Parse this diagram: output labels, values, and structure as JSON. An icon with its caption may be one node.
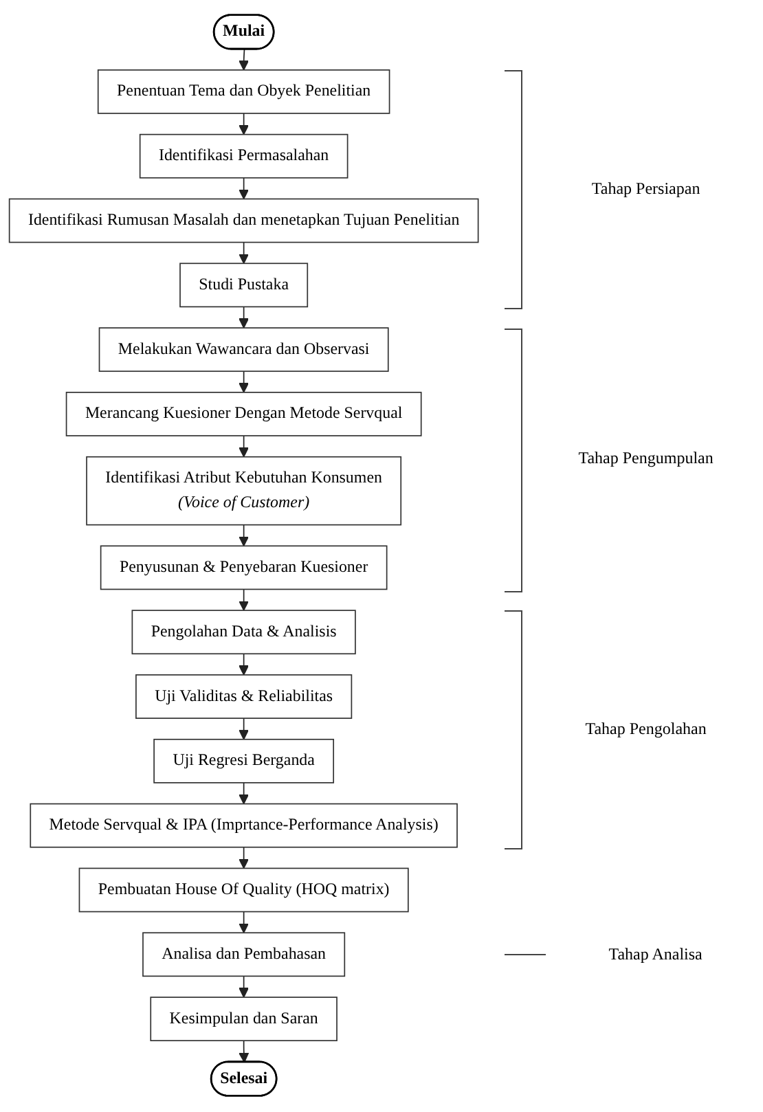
{
  "diagram": {
    "nodes": [
      {
        "text": [
          "Mulai"
        ]
      },
      {
        "text": [
          "Penentuan Tema dan Obyek Penelitian"
        ]
      },
      {
        "text": [
          "Identifikasi Permasalahan"
        ]
      },
      {
        "text": [
          "Identifikasi Rumusan Masalah dan menetapkan Tujuan Penelitian"
        ]
      },
      {
        "text": [
          "Studi Pustaka"
        ]
      },
      {
        "text": [
          "Melakukan Wawancara dan Observasi"
        ]
      },
      {
        "text": [
          "Merancang Kuesioner Dengan Metode Servqual"
        ]
      },
      {
        "text": [
          "Identifikasi Atribut Kebutuhan Konsumen",
          "(Voice of Customer)"
        ]
      },
      {
        "text": [
          "Penyusunan & Penyebaran Kuesioner"
        ]
      },
      {
        "text": [
          "Pengolahan Data & Analisis"
        ]
      },
      {
        "text": [
          "Uji Validitas & Reliabilitas"
        ]
      },
      {
        "text": [
          "Uji Regresi Berganda"
        ]
      },
      {
        "text": [
          "Metode Servqual & IPA (Imprtance-Performance Analysis)"
        ]
      },
      {
        "text": [
          "Pembuatan House Of Quality (HOQ matrix)"
        ]
      },
      {
        "text": [
          "Analisa dan Pembahasan"
        ]
      },
      {
        "text": [
          "Kesimpulan dan Saran"
        ]
      },
      {
        "text": [
          "Selesai"
        ]
      }
    ],
    "edges": [
      {
        "from": 0,
        "to": 1,
        "arrow": "to"
      },
      {
        "from": 1,
        "to": 2,
        "arrow": "to"
      },
      {
        "from": 2,
        "to": 3,
        "arrow": "to"
      },
      {
        "from": 3,
        "to": 4,
        "arrow": "to"
      },
      {
        "from": 4,
        "to": 5,
        "arrow": "to"
      },
      {
        "from": 5,
        "to": 6,
        "arrow": "to"
      },
      {
        "from": 6,
        "to": 7,
        "arrow": "to"
      },
      {
        "from": 7,
        "to": 8,
        "arrow": "to"
      },
      {
        "from": 8,
        "to": 9,
        "arrow": "to"
      },
      {
        "from": 9,
        "to": 10,
        "arrow": "to"
      },
      {
        "from": 10,
        "to": 11,
        "arrow": "to"
      },
      {
        "from": 11,
        "to": 12,
        "arrow": "to"
      },
      {
        "from": 12,
        "to": 13,
        "arrow": "to"
      },
      {
        "from": 13,
        "to": 14,
        "arrow": "to"
      },
      {
        "from": 14,
        "to": 15,
        "arrow": "to"
      },
      {
        "from": 15,
        "to": 16,
        "arrow": "to"
      }
    ],
    "labels": [
      "Tahap Persiapan",
      "Tahap Pengumpulan",
      "Tahap Pengolahan",
      "Tahap Analisa"
    ]
  }
}
